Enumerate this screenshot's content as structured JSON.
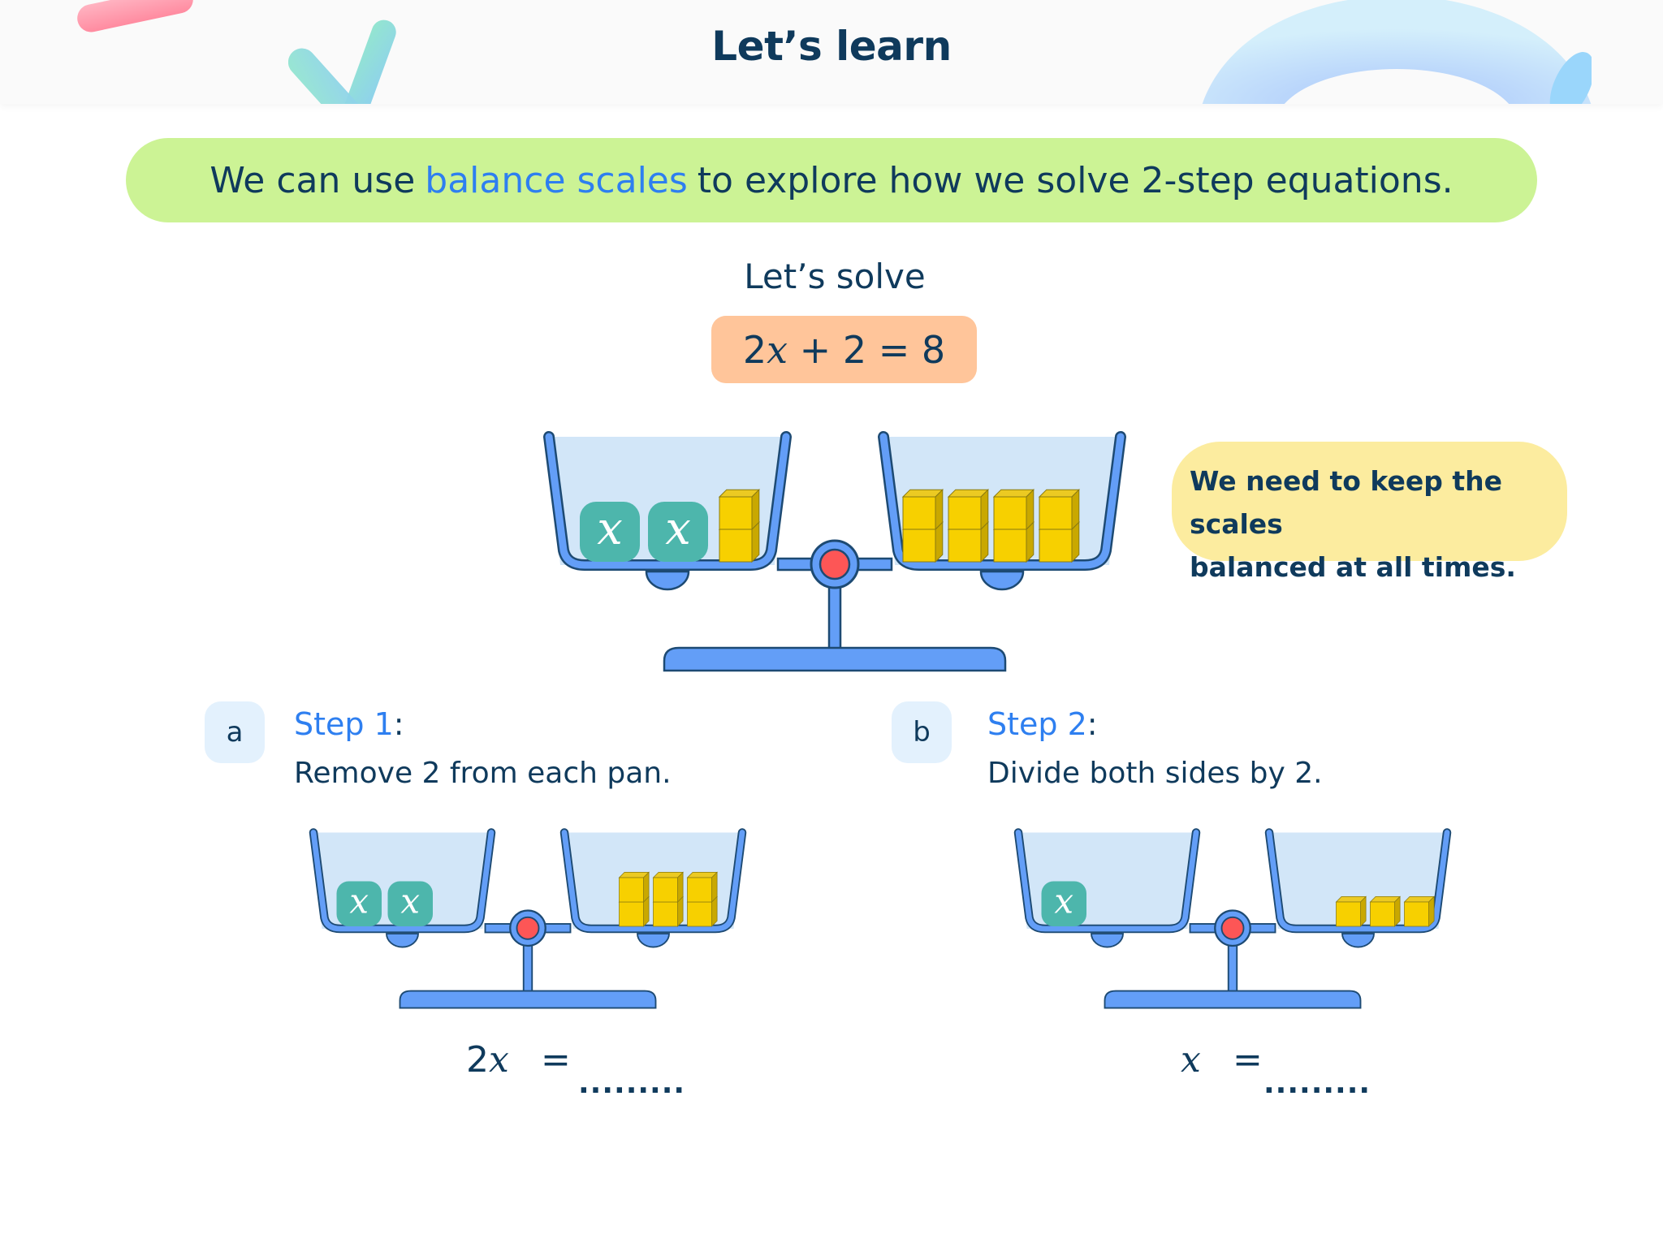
{
  "header": {
    "title": "Let’s learn"
  },
  "banner": {
    "before": "We can use",
    "highlight": "balance scales",
    "after": "to explore how we solve 2-step equations."
  },
  "solve": {
    "label": "Let’s solve",
    "equation": {
      "coef": "2",
      "var": "x",
      "rest": " + 2 = 8"
    }
  },
  "tip": {
    "line1": "We need to keep the scales",
    "line2": "balanced at all times."
  },
  "colors": {
    "navy": "#0f3a5c",
    "accent_blue": "#2e7ff0",
    "banner_green": "#ccf395",
    "equation_orange": "#ffc59a",
    "tip_yellow": "#fcec9f",
    "badge_blue": "#e3f1fd",
    "scale_blue": "#639ef7",
    "pan_fill": "#d2e6f8",
    "pivot_red": "#fd5656",
    "x_tile_teal": "#4db6ac",
    "cube_yellow": "#f7d000"
  },
  "scales": {
    "main": {
      "left_x_tiles": 2,
      "left_cube_stacks": [
        2
      ],
      "right_cube_stacks": [
        2,
        2,
        2,
        2
      ]
    },
    "step1": {
      "left_x_tiles": 2,
      "left_cube_stacks": [],
      "right_cube_stacks": [
        2,
        2,
        2
      ]
    },
    "step2": {
      "left_x_tiles": 1,
      "left_cube_stacks": [],
      "right_cube_stacks": [
        1,
        1,
        1
      ]
    }
  },
  "steps": [
    {
      "badge": "a",
      "title_prefix": "Step 1",
      "title_suffix": ":",
      "instruction": "Remove 2 from each pan.",
      "answer_lhs_coef": "2",
      "answer_lhs_var": "x",
      "answer_eq": "=",
      "answer_blank": "........."
    },
    {
      "badge": "b",
      "title_prefix": "Step 2",
      "title_suffix": ":",
      "instruction": "Divide both sides by 2.",
      "answer_lhs_coef": "",
      "answer_lhs_var": "x",
      "answer_eq": "=",
      "answer_blank": "........."
    }
  ]
}
